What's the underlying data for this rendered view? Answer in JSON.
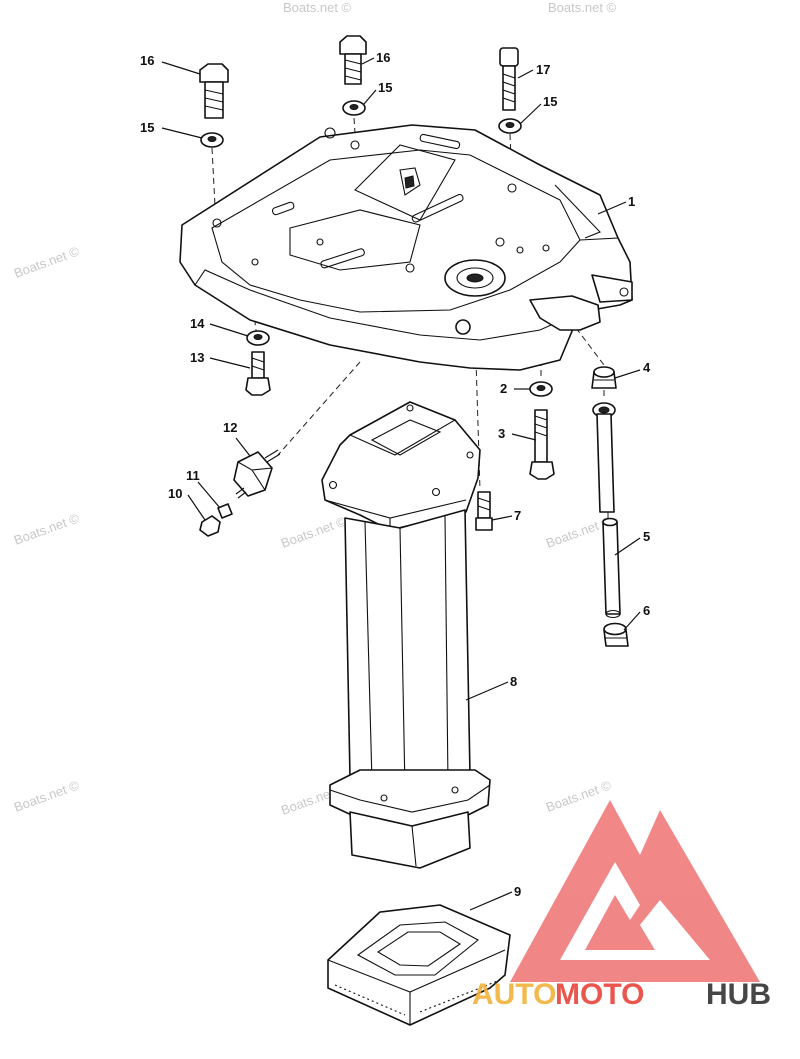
{
  "watermark": "Boats.net ©",
  "brand": {
    "part1": "AUTO",
    "part2": "MOTO",
    "part3": "HUB",
    "colors": {
      "auto": "#f2b23a",
      "moto": "#e8443a",
      "hub": "#333333",
      "logo": "#f07a7a"
    }
  },
  "callouts": {
    "c1": "1",
    "c2": "2",
    "c3": "3",
    "c4": "4",
    "c5": "5",
    "c6": "6",
    "c7": "7",
    "c8": "8",
    "c9": "9",
    "c10": "10",
    "c11": "11",
    "c12": "12",
    "c13": "13",
    "c14": "14",
    "c15a": "15",
    "c15b": "15",
    "c15c": "15",
    "c16a": "16",
    "c16b": "16",
    "c17": "17"
  }
}
